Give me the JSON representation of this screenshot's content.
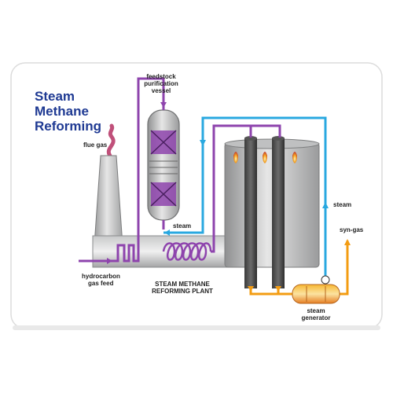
{
  "title": {
    "line1": "Steam",
    "line2": "Methane",
    "line3": "Reforming",
    "color": "#1f3a93"
  },
  "labels": {
    "feedstock_line1": "feedstock",
    "feedstock_line2": "purification",
    "feedstock_line3": "vessel",
    "flue_gas": "flue gas",
    "steam_inner": "steam",
    "steam_right": "steam",
    "syn_gas": "syn-gas",
    "hydrocarbon_line1": "hydrocarbon",
    "hydrocarbon_line2": "gas feed",
    "plant_line1": "STEAM METHANE",
    "plant_line2": "REFORMING PLANT",
    "generator_line1": "steam",
    "generator_line2": "generator"
  },
  "colors": {
    "steam_line": "#29a8e0",
    "feed_line": "#8e44ad",
    "syngas_line": "#f39c12",
    "flue_gas": "#c0507a",
    "furnace": "#a9aaab",
    "tube": "#444444"
  }
}
